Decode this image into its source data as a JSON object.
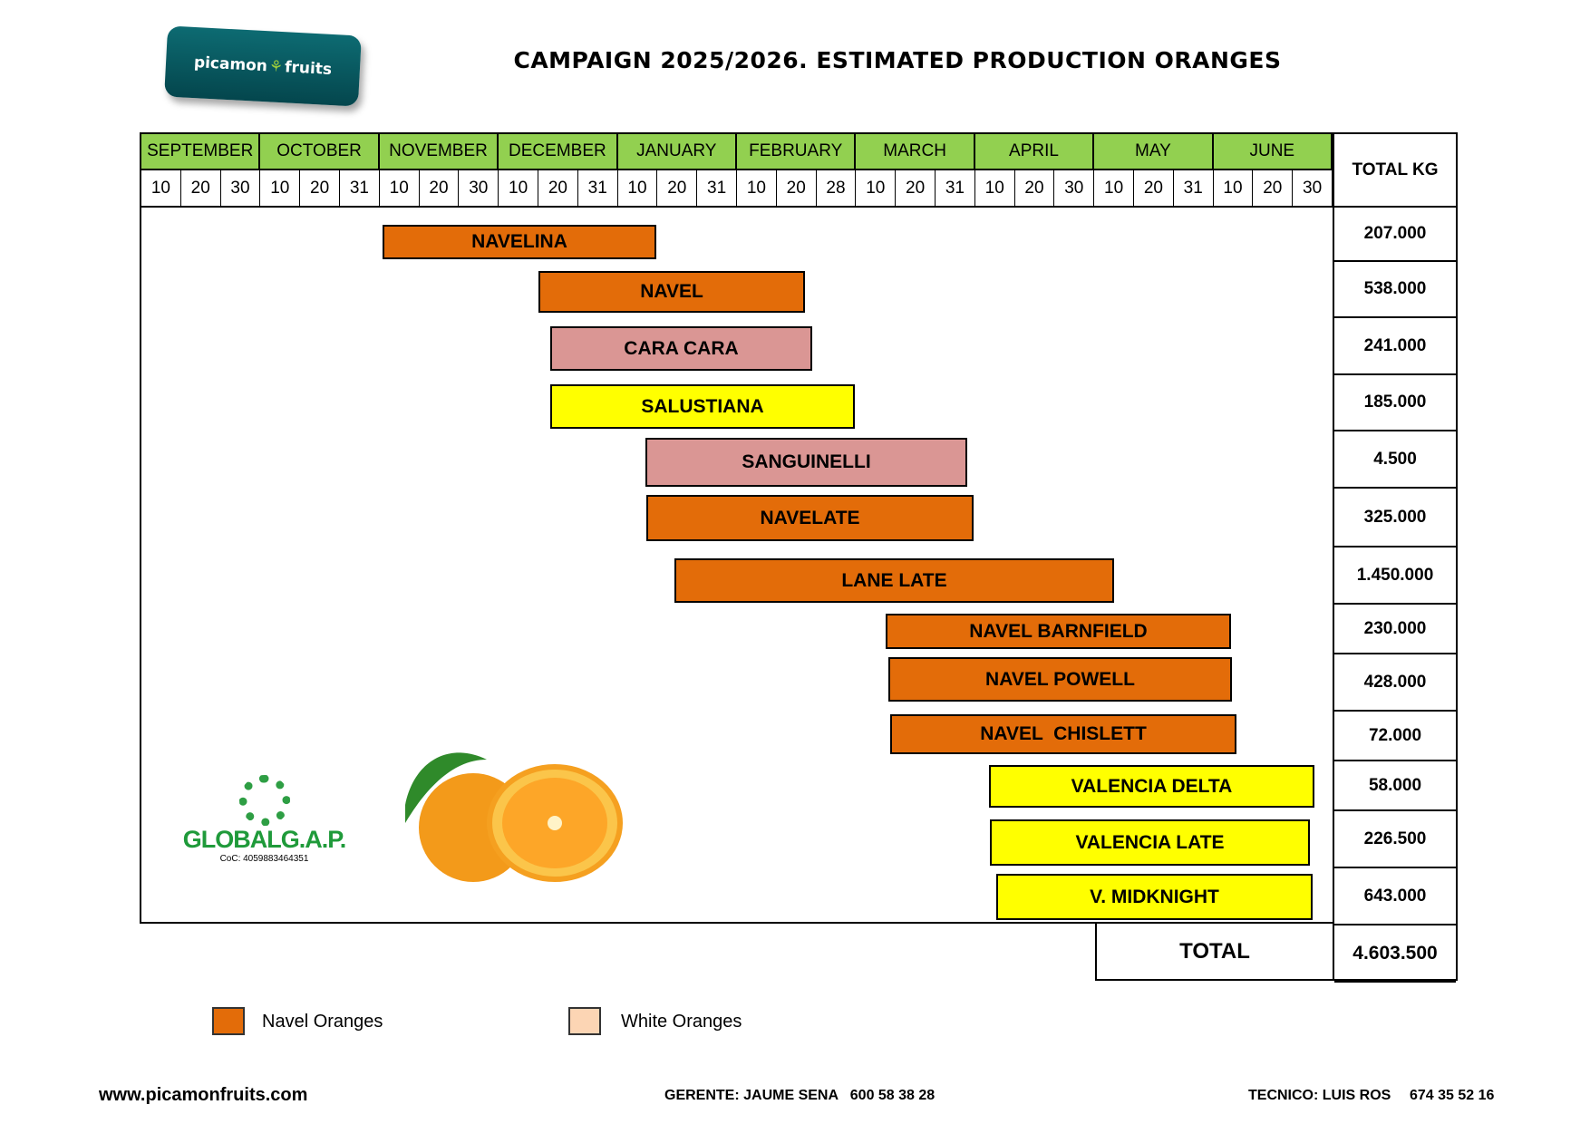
{
  "header": {
    "logo_text": "picamon fruits",
    "title": "CAMPAIGN 2025/2026. ESTIMATED PRODUCTION ORANGES",
    "total_kg_label": "TOTAL KG"
  },
  "months": [
    "SEPTEMBER",
    "OCTOBER",
    "NOVEMBER",
    "DECEMBER",
    "JANUARY",
    "FEBRUARY",
    "MARCH",
    "APRIL",
    "MAY",
    "JUNE"
  ],
  "days": [
    [
      "10",
      "20",
      "30"
    ],
    [
      "10",
      "20",
      "31"
    ],
    [
      "10",
      "20",
      "30"
    ],
    [
      "10",
      "20",
      "31"
    ],
    [
      "10",
      "20",
      "31"
    ],
    [
      "10",
      "20",
      "28"
    ],
    [
      "10",
      "20",
      "31"
    ],
    [
      "10",
      "20",
      "30"
    ],
    [
      "10",
      "20",
      "31"
    ],
    [
      "10",
      "20",
      "30"
    ]
  ],
  "varieties": [
    {
      "name": "NAVELINA",
      "total": "207.000",
      "color": "#E36C09"
    },
    {
      "name": "NAVEL",
      "total": "538.000",
      "color": "#E36C09"
    },
    {
      "name": "CARA CARA",
      "total": "241.000",
      "color": "#DA9694"
    },
    {
      "name": "SALUSTIANA",
      "total": "185.000",
      "color": "#FFFF00"
    },
    {
      "name": "SANGUINELLI",
      "total": "4.500",
      "color": "#DA9694"
    },
    {
      "name": "NAVELATE",
      "total": "325.000",
      "color": "#E36C09"
    },
    {
      "name": "LANE LATE",
      "total": "1.450.000",
      "color": "#E36C09"
    },
    {
      "name": "NAVEL BARNFIELD",
      "total": "230.000",
      "color": "#E36C09"
    },
    {
      "name": "NAVEL POWELL",
      "total": "428.000",
      "color": "#E36C09"
    },
    {
      "name": "NAVEL  CHISLETT",
      "total": "72.000",
      "color": "#E36C09"
    },
    {
      "name": "VALENCIA DELTA",
      "total": "58.000",
      "color": "#FFFF00"
    },
    {
      "name": "VALENCIA LATE",
      "total": "226.500",
      "color": "#FFFF00"
    },
    {
      "name": "V. MIDKNIGHT",
      "total": "643.000",
      "color": "#FFFF00"
    }
  ],
  "total": {
    "label": "TOTAL",
    "value": "4.603.500"
  },
  "certification": {
    "name": "GLOBALG.A.P.",
    "coc": "CoC: 4059883464351"
  },
  "legend": [
    {
      "label": "Navel Oranges",
      "color": "#E36C09"
    },
    {
      "label": "White Oranges",
      "color": "#FCD5B4"
    }
  ],
  "footer": {
    "website": "www.picamonfruits.com",
    "manager": "GERENTE: JAUME SENA   600 58 38 28",
    "technician": "TECNICO: LUIS ROS",
    "technician_phone": "674 35 52 16"
  }
}
